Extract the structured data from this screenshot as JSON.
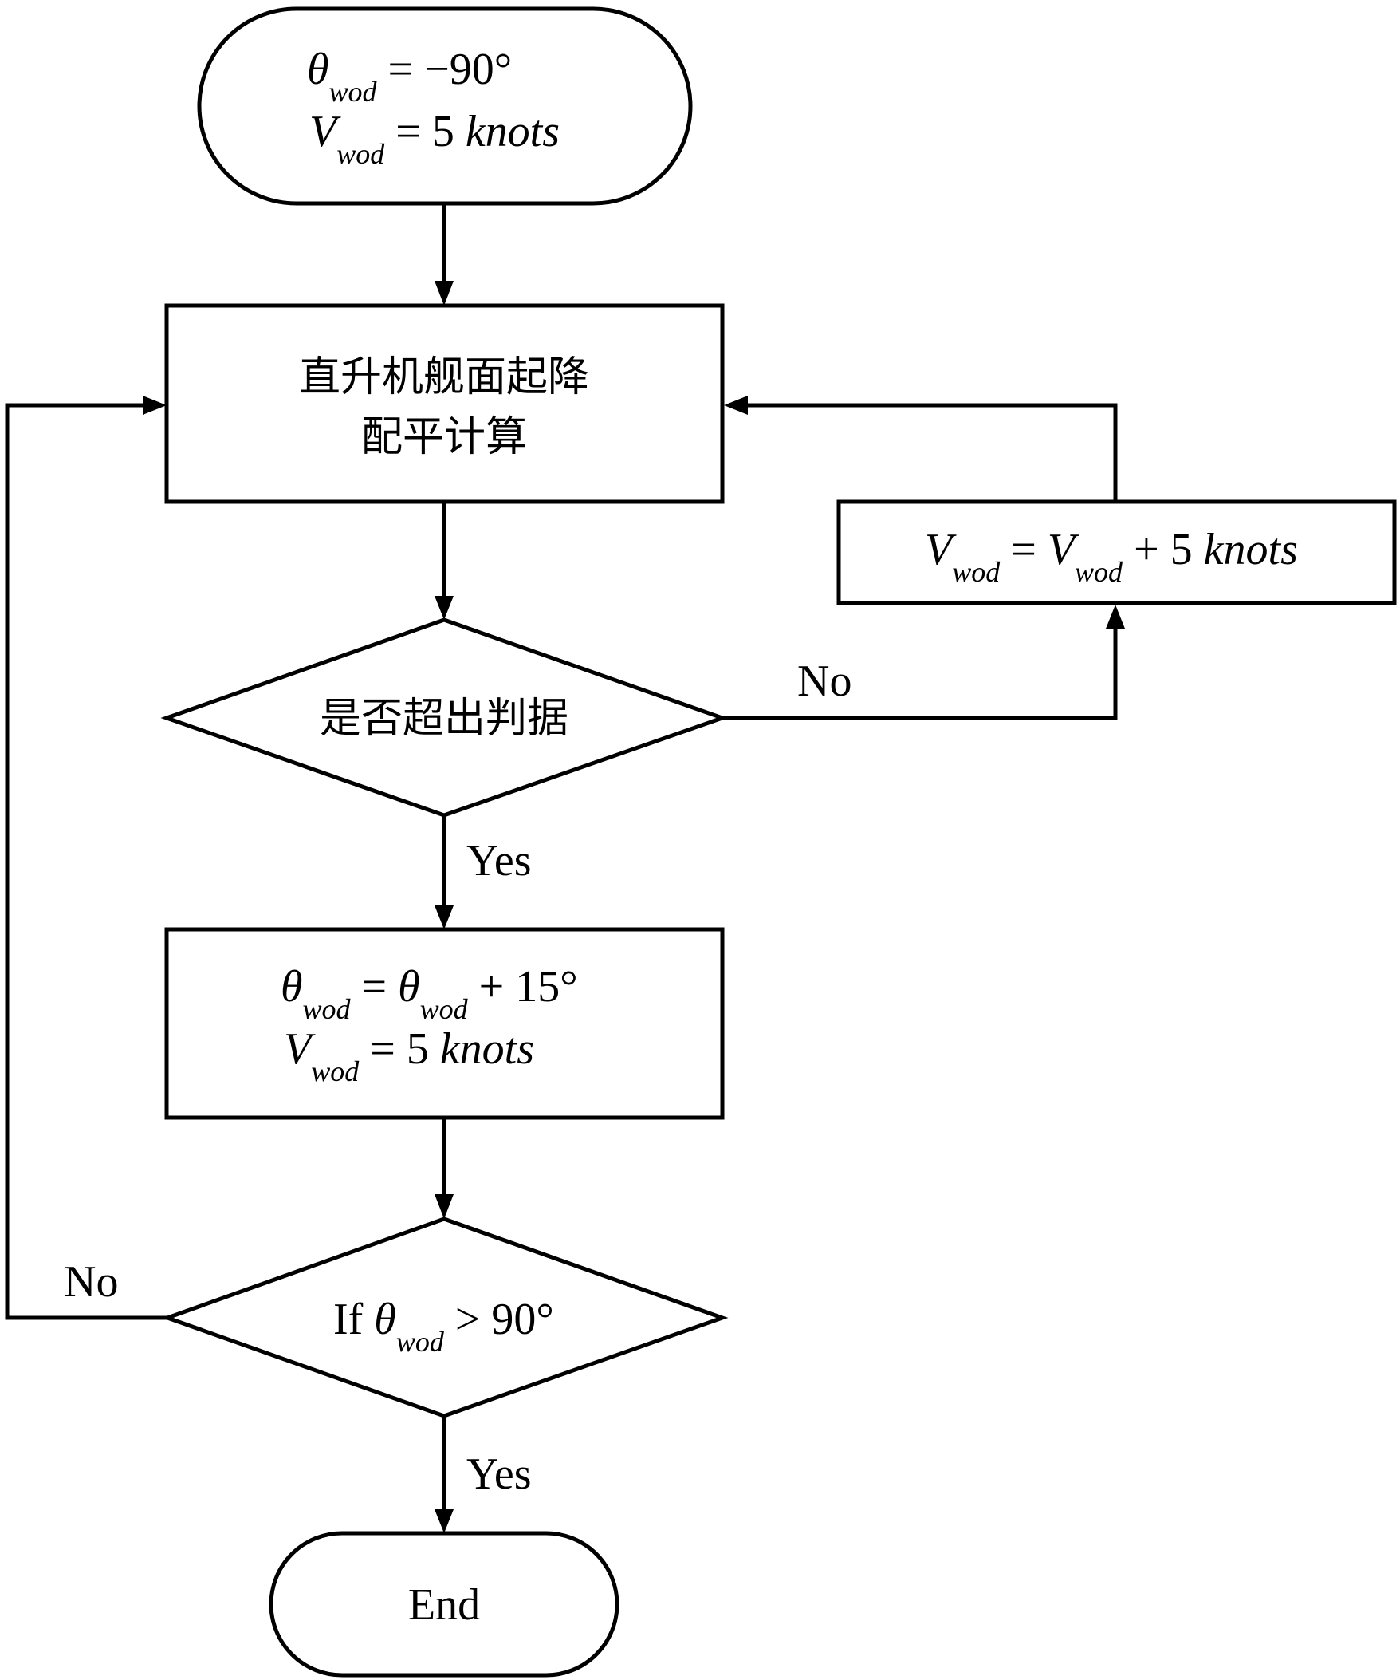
{
  "diagram": {
    "type": "flowchart",
    "nodes": {
      "start": {
        "shape": "terminator",
        "lines": [
          {
            "var": "θ",
            "sub": "wod",
            "rest": " = −90°"
          },
          {
            "var": "V",
            "sub": "wod",
            "rest": " = 5 ",
            "unit": "knots"
          }
        ]
      },
      "calc": {
        "shape": "process",
        "lines": [
          "直升机舰面起降",
          "配平计算"
        ]
      },
      "check_criteria": {
        "shape": "decision",
        "text": "是否超出判据"
      },
      "increment_speed": {
        "shape": "process",
        "var1": "V",
        "sub1": "wod",
        "eq": " = ",
        "var2": "V",
        "sub2": "wod",
        "rest": " + 5 ",
        "unit": "knots"
      },
      "increment_angle": {
        "shape": "process",
        "line1": {
          "var1": "θ",
          "sub1": "wod",
          "eq": " = ",
          "var2": "θ",
          "sub2": "wod",
          "rest": " + 15°"
        },
        "line2": {
          "var": "V",
          "sub": "wod",
          "rest": " = 5 ",
          "unit": "knots"
        }
      },
      "check_angle": {
        "shape": "decision",
        "prefix": "If ",
        "var": "θ",
        "sub": "wod",
        "rest": " > 90°"
      },
      "end": {
        "shape": "terminator",
        "text": "End"
      }
    },
    "edge_labels": {
      "criteria_no": "No",
      "criteria_yes": "Yes",
      "angle_no": "No",
      "angle_yes": "Yes"
    },
    "edges": [
      {
        "from": "start",
        "to": "calc"
      },
      {
        "from": "calc",
        "to": "check_criteria"
      },
      {
        "from": "check_criteria",
        "to": "increment_speed",
        "label": "No"
      },
      {
        "from": "increment_speed",
        "to": "calc"
      },
      {
        "from": "check_criteria",
        "to": "increment_angle",
        "label": "Yes"
      },
      {
        "from": "increment_angle",
        "to": "check_angle"
      },
      {
        "from": "check_angle",
        "to": "calc",
        "label": "No"
      },
      {
        "from": "check_angle",
        "to": "end",
        "label": "Yes"
      }
    ]
  }
}
